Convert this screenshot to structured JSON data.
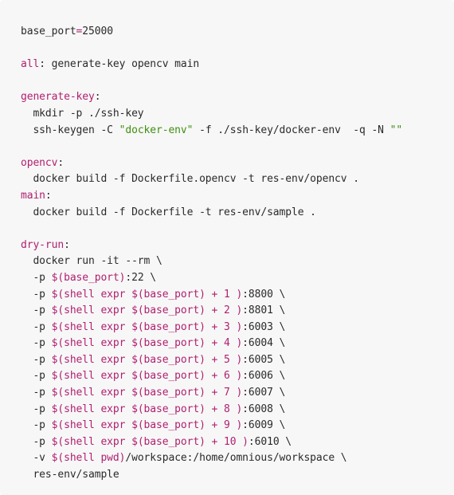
{
  "colors": {
    "background": "#f7f7f7",
    "text": "#2a2a2a",
    "keyword": "#b0206f",
    "string": "#3f8f12"
  },
  "code": {
    "language": "makefile",
    "lines": [
      [
        {
          "t": "base_port",
          "c": "plain"
        },
        {
          "t": "=",
          "c": "kw"
        },
        {
          "t": "25000",
          "c": "plain"
        }
      ],
      [],
      [
        {
          "t": "all",
          "c": "kw"
        },
        {
          "t": ":",
          "c": "plain"
        },
        {
          "t": " generate-key opencv main",
          "c": "plain"
        }
      ],
      [],
      [
        {
          "t": "generate-key",
          "c": "kw"
        },
        {
          "t": ":",
          "c": "plain"
        }
      ],
      [
        {
          "t": "  mkdir -p ./ssh-key",
          "c": "plain"
        }
      ],
      [
        {
          "t": "  ssh-keygen -C ",
          "c": "plain"
        },
        {
          "t": "\"docker-env\"",
          "c": "str"
        },
        {
          "t": " -f ./ssh-key/docker-env  -q -N ",
          "c": "plain"
        },
        {
          "t": "\"\"",
          "c": "str"
        }
      ],
      [],
      [
        {
          "t": "opencv",
          "c": "kw"
        },
        {
          "t": ":",
          "c": "plain"
        }
      ],
      [
        {
          "t": "  docker build -f Dockerfile.opencv -t res-env/opencv .",
          "c": "plain"
        }
      ],
      [
        {
          "t": "main",
          "c": "kw"
        },
        {
          "t": ":",
          "c": "plain"
        }
      ],
      [
        {
          "t": "  docker build -f Dockerfile -t res-env/sample .",
          "c": "plain"
        }
      ],
      [],
      [
        {
          "t": "dry-run",
          "c": "kw"
        },
        {
          "t": ":",
          "c": "plain"
        }
      ],
      [
        {
          "t": "  docker run -it --rm \\",
          "c": "plain"
        }
      ],
      [
        {
          "t": "  -p ",
          "c": "plain"
        },
        {
          "t": "$(base_port)",
          "c": "kw"
        },
        {
          "t": ":22 \\",
          "c": "plain"
        }
      ],
      [
        {
          "t": "  -p ",
          "c": "plain"
        },
        {
          "t": "$(shell expr $(base_port) + 1 )",
          "c": "kw"
        },
        {
          "t": ":8800 \\",
          "c": "plain"
        }
      ],
      [
        {
          "t": "  -p ",
          "c": "plain"
        },
        {
          "t": "$(shell expr $(base_port) + 2 )",
          "c": "kw"
        },
        {
          "t": ":8801 \\",
          "c": "plain"
        }
      ],
      [
        {
          "t": "  -p ",
          "c": "plain"
        },
        {
          "t": "$(shell expr $(base_port) + 3 )",
          "c": "kw"
        },
        {
          "t": ":6003 \\",
          "c": "plain"
        }
      ],
      [
        {
          "t": "  -p ",
          "c": "plain"
        },
        {
          "t": "$(shell expr $(base_port) + 4 )",
          "c": "kw"
        },
        {
          "t": ":6004 \\",
          "c": "plain"
        }
      ],
      [
        {
          "t": "  -p ",
          "c": "plain"
        },
        {
          "t": "$(shell expr $(base_port) + 5 )",
          "c": "kw"
        },
        {
          "t": ":6005 \\",
          "c": "plain"
        }
      ],
      [
        {
          "t": "  -p ",
          "c": "plain"
        },
        {
          "t": "$(shell expr $(base_port) + 6 )",
          "c": "kw"
        },
        {
          "t": ":6006 \\",
          "c": "plain"
        }
      ],
      [
        {
          "t": "  -p ",
          "c": "plain"
        },
        {
          "t": "$(shell expr $(base_port) + 7 )",
          "c": "kw"
        },
        {
          "t": ":6007 \\",
          "c": "plain"
        }
      ],
      [
        {
          "t": "  -p ",
          "c": "plain"
        },
        {
          "t": "$(shell expr $(base_port) + 8 )",
          "c": "kw"
        },
        {
          "t": ":6008 \\",
          "c": "plain"
        }
      ],
      [
        {
          "t": "  -p ",
          "c": "plain"
        },
        {
          "t": "$(shell expr $(base_port) + 9 )",
          "c": "kw"
        },
        {
          "t": ":6009 \\",
          "c": "plain"
        }
      ],
      [
        {
          "t": "  -p ",
          "c": "plain"
        },
        {
          "t": "$(shell expr $(base_port) + 10 )",
          "c": "kw"
        },
        {
          "t": ":6010 \\",
          "c": "plain"
        }
      ],
      [
        {
          "t": "  -v ",
          "c": "plain"
        },
        {
          "t": "$(shell pwd)",
          "c": "kw"
        },
        {
          "t": "/workspace:/home/omnious/workspace \\",
          "c": "plain"
        }
      ],
      [
        {
          "t": "  res-env/sample",
          "c": "plain"
        }
      ]
    ]
  }
}
